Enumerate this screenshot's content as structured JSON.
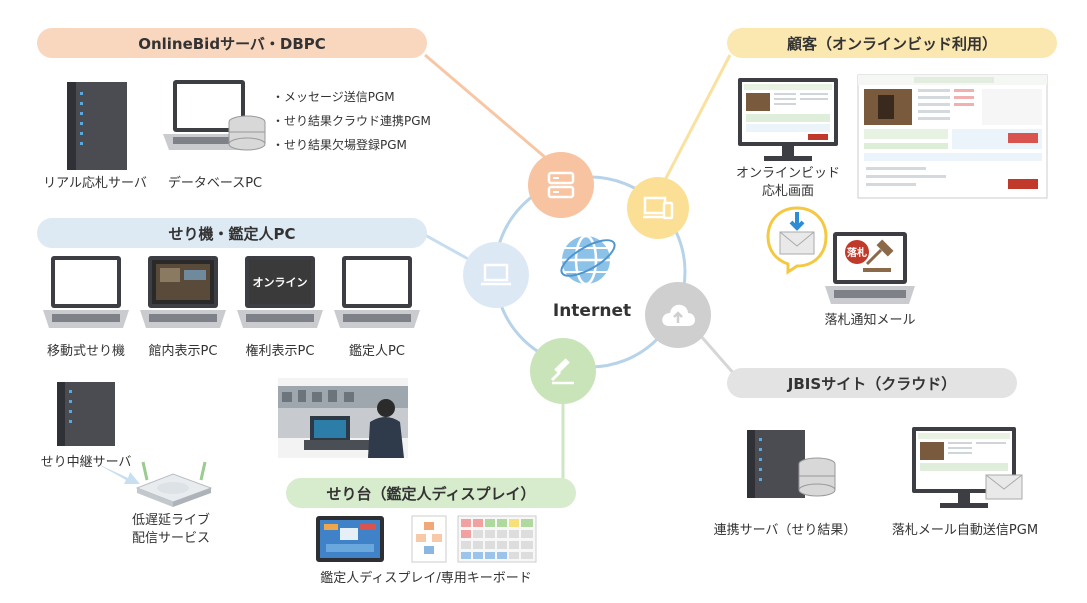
{
  "center": {
    "label": "Internet"
  },
  "groups": {
    "server": {
      "title": "OnlineBidサーバ・DBPC",
      "items": [
        "リアル応札サーバ",
        "データベースPC"
      ],
      "programs": [
        "・メッセージ送信PGM",
        "・せり結果クラウド連携PGM",
        "・せり結果欠場登録PGM"
      ]
    },
    "auction": {
      "title": "せり機・鑑定人PC",
      "items": [
        "移動式せり機",
        "館内表示PC",
        "権利表示PC",
        "鑑定人PC"
      ],
      "screen_text": "オンライン",
      "relay": "せり中継サーバ",
      "stream": [
        "低遅延ライブ",
        "配信サービス"
      ]
    },
    "desk": {
      "title": "せり台（鑑定人ディスプレイ）",
      "caption": "鑑定人ディスプレイ/専用キーボード"
    },
    "customer": {
      "title": "顧客（オンラインビッド利用）",
      "screen_caption": [
        "オンラインビッド",
        "応札画面"
      ],
      "mail_caption": "落札通知メール",
      "badge": "落札"
    },
    "jbis": {
      "title": "JBISサイト（クラウド）",
      "items": [
        "連携サーバ（せり結果）",
        "落札メール自動送信PGM"
      ]
    }
  },
  "colors": {
    "server": "#f9c9a8",
    "customer": "#fbe3a2",
    "auction": "#c9dff0",
    "jbis": "#d9d9d9",
    "desk": "#cfe6c4",
    "ring": "#b7d3e9"
  }
}
